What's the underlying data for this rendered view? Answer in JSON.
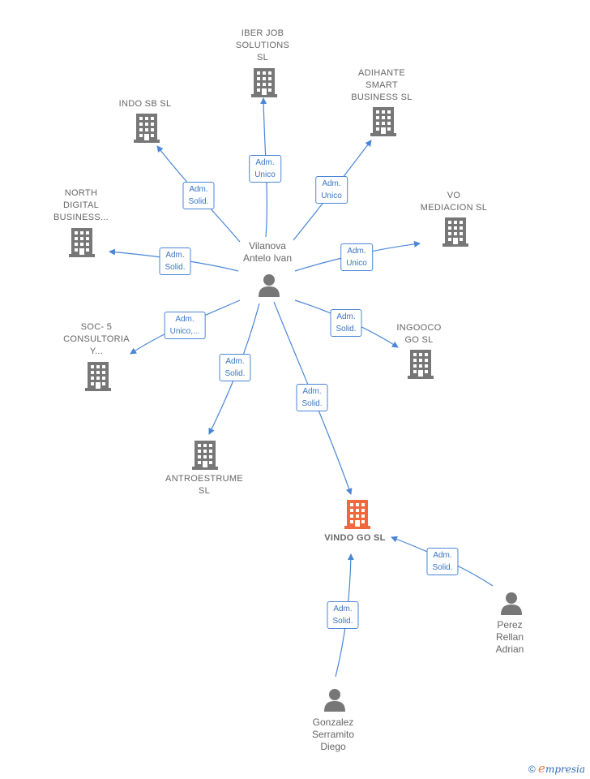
{
  "nodes": {
    "center": {
      "label": "Vilanova\nAntelo Ivan"
    },
    "iber": {
      "label": "IBER JOB\nSOLUTIONS\nSL"
    },
    "indo": {
      "label": "INDO SB  SL"
    },
    "adihante": {
      "label": "ADIHANTE\nSMART\nBUSINESS  SL"
    },
    "north": {
      "label": "NORTH\nDIGITAL\nBUSINESS..."
    },
    "vo": {
      "label": "VO\nMEDIACION  SL"
    },
    "soc": {
      "label": "SOC- 5\nCONSULTORIA\nY..."
    },
    "ingooco": {
      "label": "INGOOCO\nGO  SL"
    },
    "antroestrume": {
      "label": "ANTROESTRUME\nSL"
    },
    "vindo": {
      "label": "VINDO GO  SL"
    },
    "perez": {
      "label": "Perez\nRellan\nAdrian"
    },
    "gonzalez": {
      "label": "Gonzalez\nSerramito\nDiego"
    }
  },
  "edges": {
    "iber": "Adm.\nUnico",
    "indo": "Adm.\nSolid.",
    "adihante": "Adm.\nUnico",
    "north": "Adm.\nSolid.",
    "vo": "Adm.\nUnico",
    "soc": "Adm.\nUnico,...",
    "ingooco": "Adm.\nSolid.",
    "antroestrume": "Adm.\nSolid.",
    "vindo": "Adm.\nSolid.",
    "perez": "Adm.\nSolid.",
    "gonzalez": "Adm.\nSolid."
  },
  "colors": {
    "edge": "#4a86d6",
    "building": "#777777",
    "highlight_building": "#f0683c",
    "person": "#777777"
  },
  "copyright": {
    "symbol": "©",
    "brand_initial": "e",
    "brand_rest": "mpresia"
  }
}
